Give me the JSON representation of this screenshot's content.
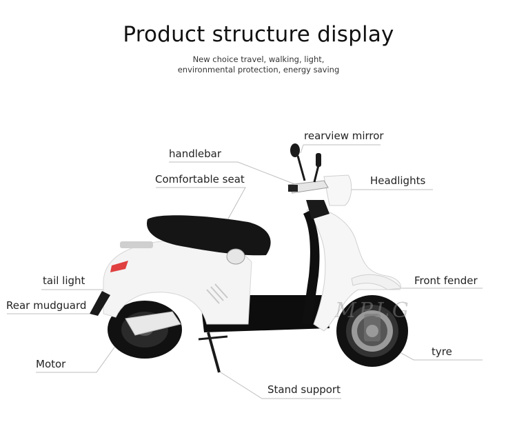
{
  "header": {
    "title": "Product structure display",
    "subtitle_line1": "New choice travel, walking, light,",
    "subtitle_line2": "environmental protection, energy saving"
  },
  "labels": {
    "rearview_mirror": "rearview mirror",
    "handlebar": "handlebar",
    "comfortable_seat": "Comfortable seat",
    "headlights": "Headlights",
    "tail_light": "tail light",
    "rear_mudguard": "Rear mudguard",
    "front_fender": "Front fender",
    "motor": "Motor",
    "tyre": "tyre",
    "stand_support": "Stand support"
  },
  "watermark": "MPLG",
  "colors": {
    "leader_line": "#bbbbbb",
    "body_white": "#f4f4f4",
    "seat_black": "#151515",
    "tyre_black": "#111111"
  }
}
